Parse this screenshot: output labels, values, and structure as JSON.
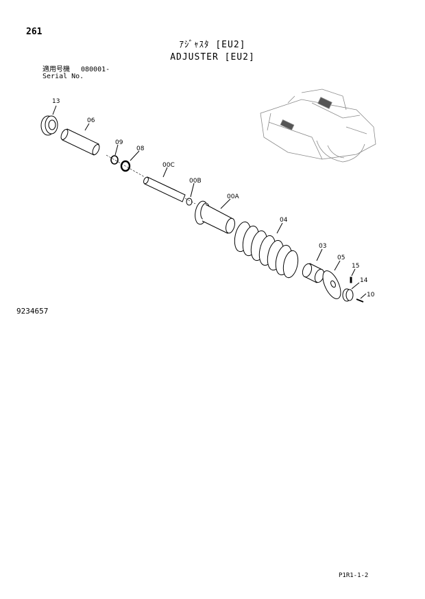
{
  "page_number": "261",
  "title_jp": "ｱｼﾞｬｽﾀ [EU2]",
  "title_en": "ADJUSTER [EU2]",
  "serial": {
    "label_jp": "適用号機",
    "range": "080001-",
    "label_en": "Serial No."
  },
  "drawing_number": "9234657",
  "page_code": "P1R1-1-2",
  "parts": {
    "p13": "13",
    "p06": "06",
    "p09": "09",
    "p08": "08",
    "p00C": "00C",
    "p00B": "00B",
    "p00A": "00A",
    "p04": "04",
    "p03": "03",
    "p05": "05",
    "p15": "15",
    "p14": "14",
    "p10": "10"
  }
}
